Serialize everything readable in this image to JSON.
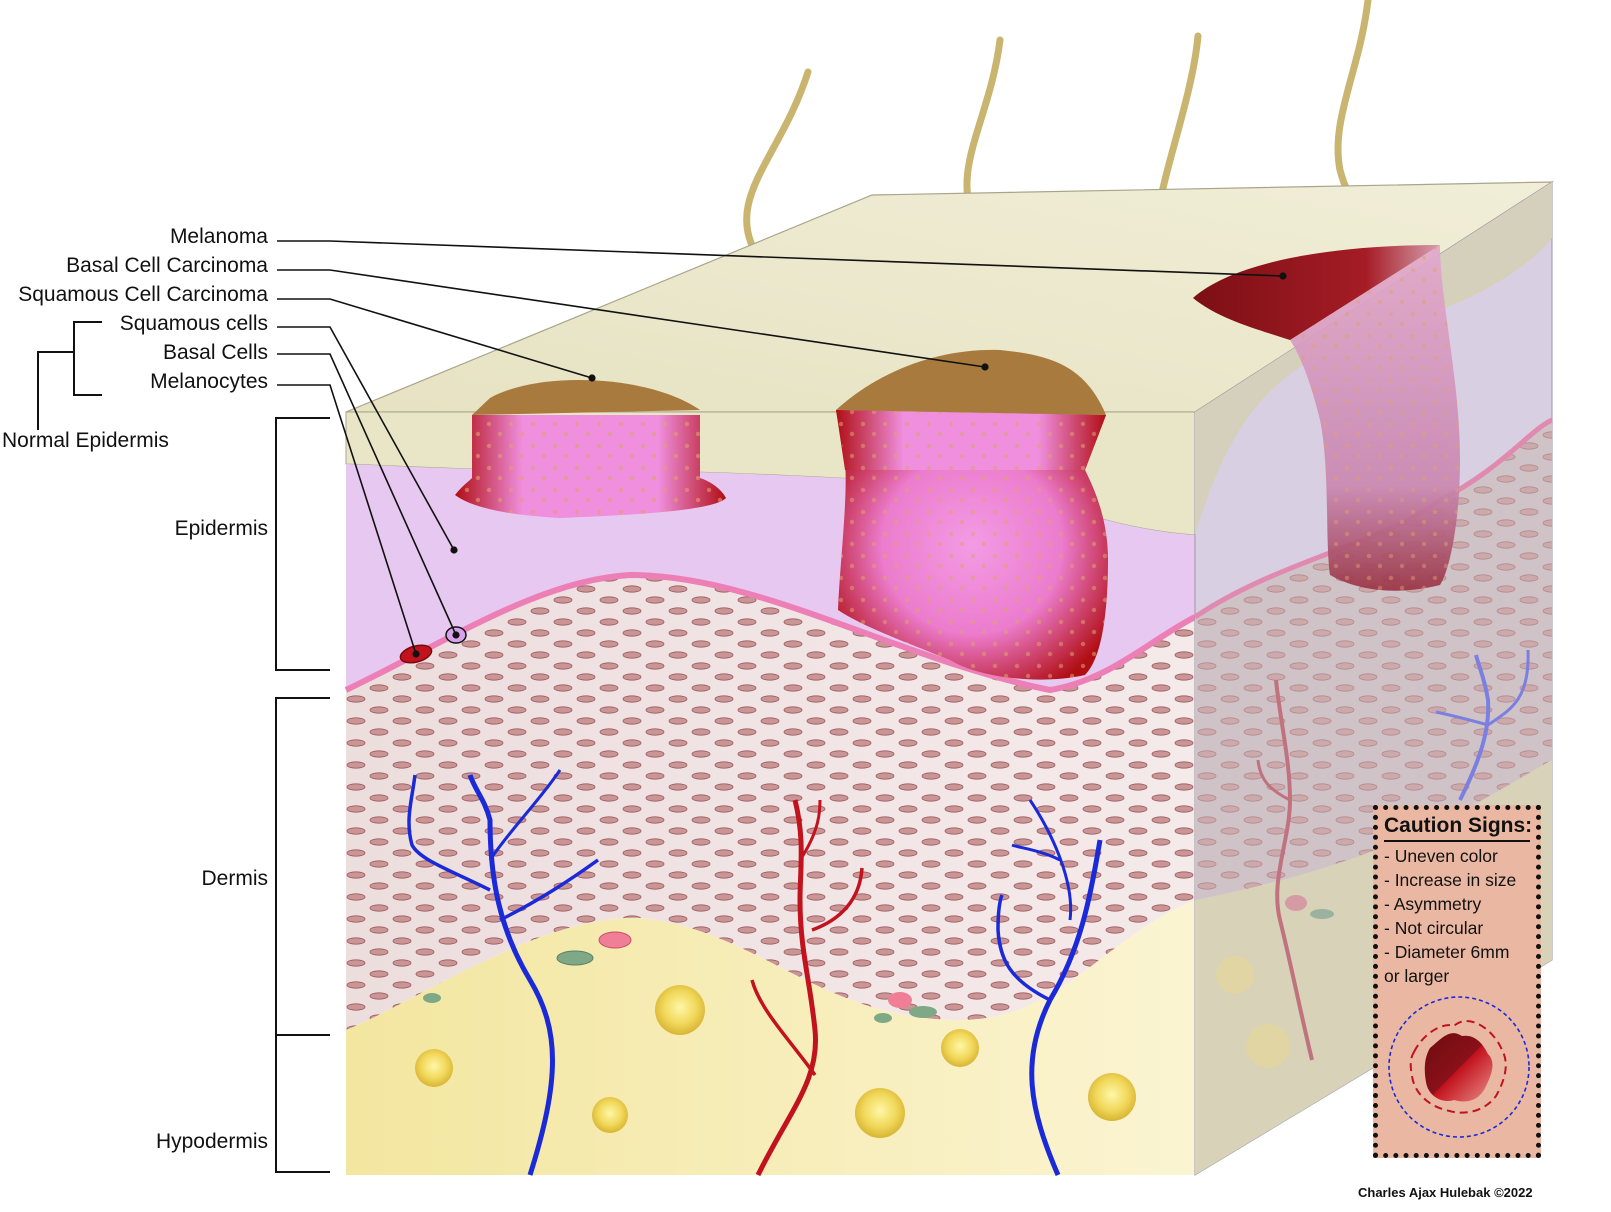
{
  "labels": {
    "melanoma": "Melanoma",
    "bcc": "Basal Cell Carcinoma",
    "scc": "Squamous Cell Carcinoma",
    "squamous_cells": "Squamous cells",
    "basal_cells": "Basal Cells",
    "melanocytes": "Melanocytes",
    "normal_epidermis": "Normal Epidermis",
    "epidermis": "Epidermis",
    "dermis": "Dermis",
    "hypodermis": "Hypodermis"
  },
  "caution": {
    "title": "Caution Signs:",
    "items": [
      "- Uneven color",
      "- Increase in size",
      "- Asymmetry",
      "- Not circular",
      "- Diameter 6mm",
      "or larger"
    ]
  },
  "credit": "Charles Ajax Hulebak ©2022",
  "colors": {
    "stratum_corneum": "#e9e6c8",
    "epidermis": "#e7c8f0",
    "dermis": "#f1e1e1",
    "hypodermis": "#f5ecb0",
    "tumor_dark": "#b10e14",
    "tumor_light": "#ef8fde",
    "crust": "#a87a3e",
    "vein": "#1a2ad8",
    "artery": "#c2121d",
    "hair": "#cbb978",
    "caution_bg": "#eab8a2"
  },
  "icons": [
    "hair-icon",
    "vein-icon",
    "artery-icon",
    "fat-cell-icon",
    "lesion-icon"
  ]
}
